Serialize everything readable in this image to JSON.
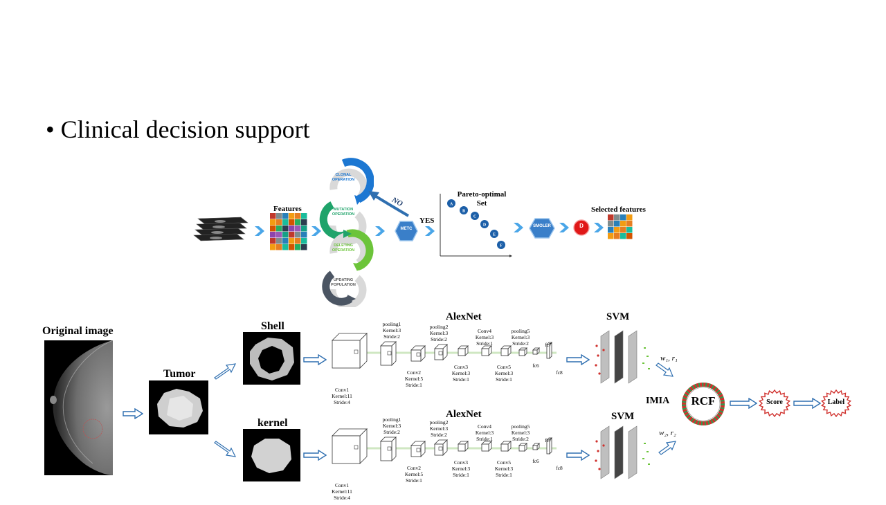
{
  "slide": {
    "bullet": "Clinical decision support"
  },
  "top_pipeline": {
    "features_label": "Features",
    "ops": [
      {
        "label": "CLONAL OPERATION",
        "color": "#1c77d2"
      },
      {
        "label": "MUTATION OPERATION",
        "color": "#1fa36a"
      },
      {
        "label": "DELETING OPERATION",
        "color": "#6cc43a"
      },
      {
        "label": "UPDATING POPULATION",
        "color": "#4b5563"
      }
    ],
    "no_label": "NO",
    "yes_label": "YES",
    "metc_label": "METC",
    "pareto_label": "Pareto-optimal Set",
    "pareto_points": [
      "A",
      "B",
      "C",
      "D",
      "E",
      "F"
    ],
    "smoler_label": "SMOLER",
    "d_label": "D",
    "selected_label": "Selected features"
  },
  "bottom_pipeline": {
    "original_label": "Original image",
    "tumor_label": "Tumor",
    "shell_label": "Shell",
    "kernel_label": "kernel",
    "alexnet_label": "AlexNet",
    "svm_label": "SVM",
    "layers": {
      "conv1": "Conv1 Kernel:11 Stride:4",
      "pool1": "pooling1 Kernel:3 Stride:2",
      "conv2": "Conv2 Kernel:5 Stride:1",
      "pool2": "pooling2 Kernel:3 Stride:2",
      "conv3": "Conv3 Kernel:3 Stride:1",
      "conv4": "Conv4 Kernel:3 Stride:1",
      "conv5": "Conv5 Kernel:3 Stride:1",
      "pool5": "pooling5 Kernel:3 Stride:2",
      "fc6": "fc6",
      "fc7": "fc7",
      "fc8": "fc8"
    },
    "weight_top": "w₁, r₁",
    "weight_bottom": "w₂, r₂",
    "imia_label": "IMIA",
    "rcf_label": "RCF",
    "score_label": "Score",
    "label_label": "Label"
  },
  "colors": {
    "arrow_blue": "#4aa6e8",
    "outline_blue": "#2f6fb0",
    "red": "#d0312d",
    "green": "#2e9b4f"
  }
}
